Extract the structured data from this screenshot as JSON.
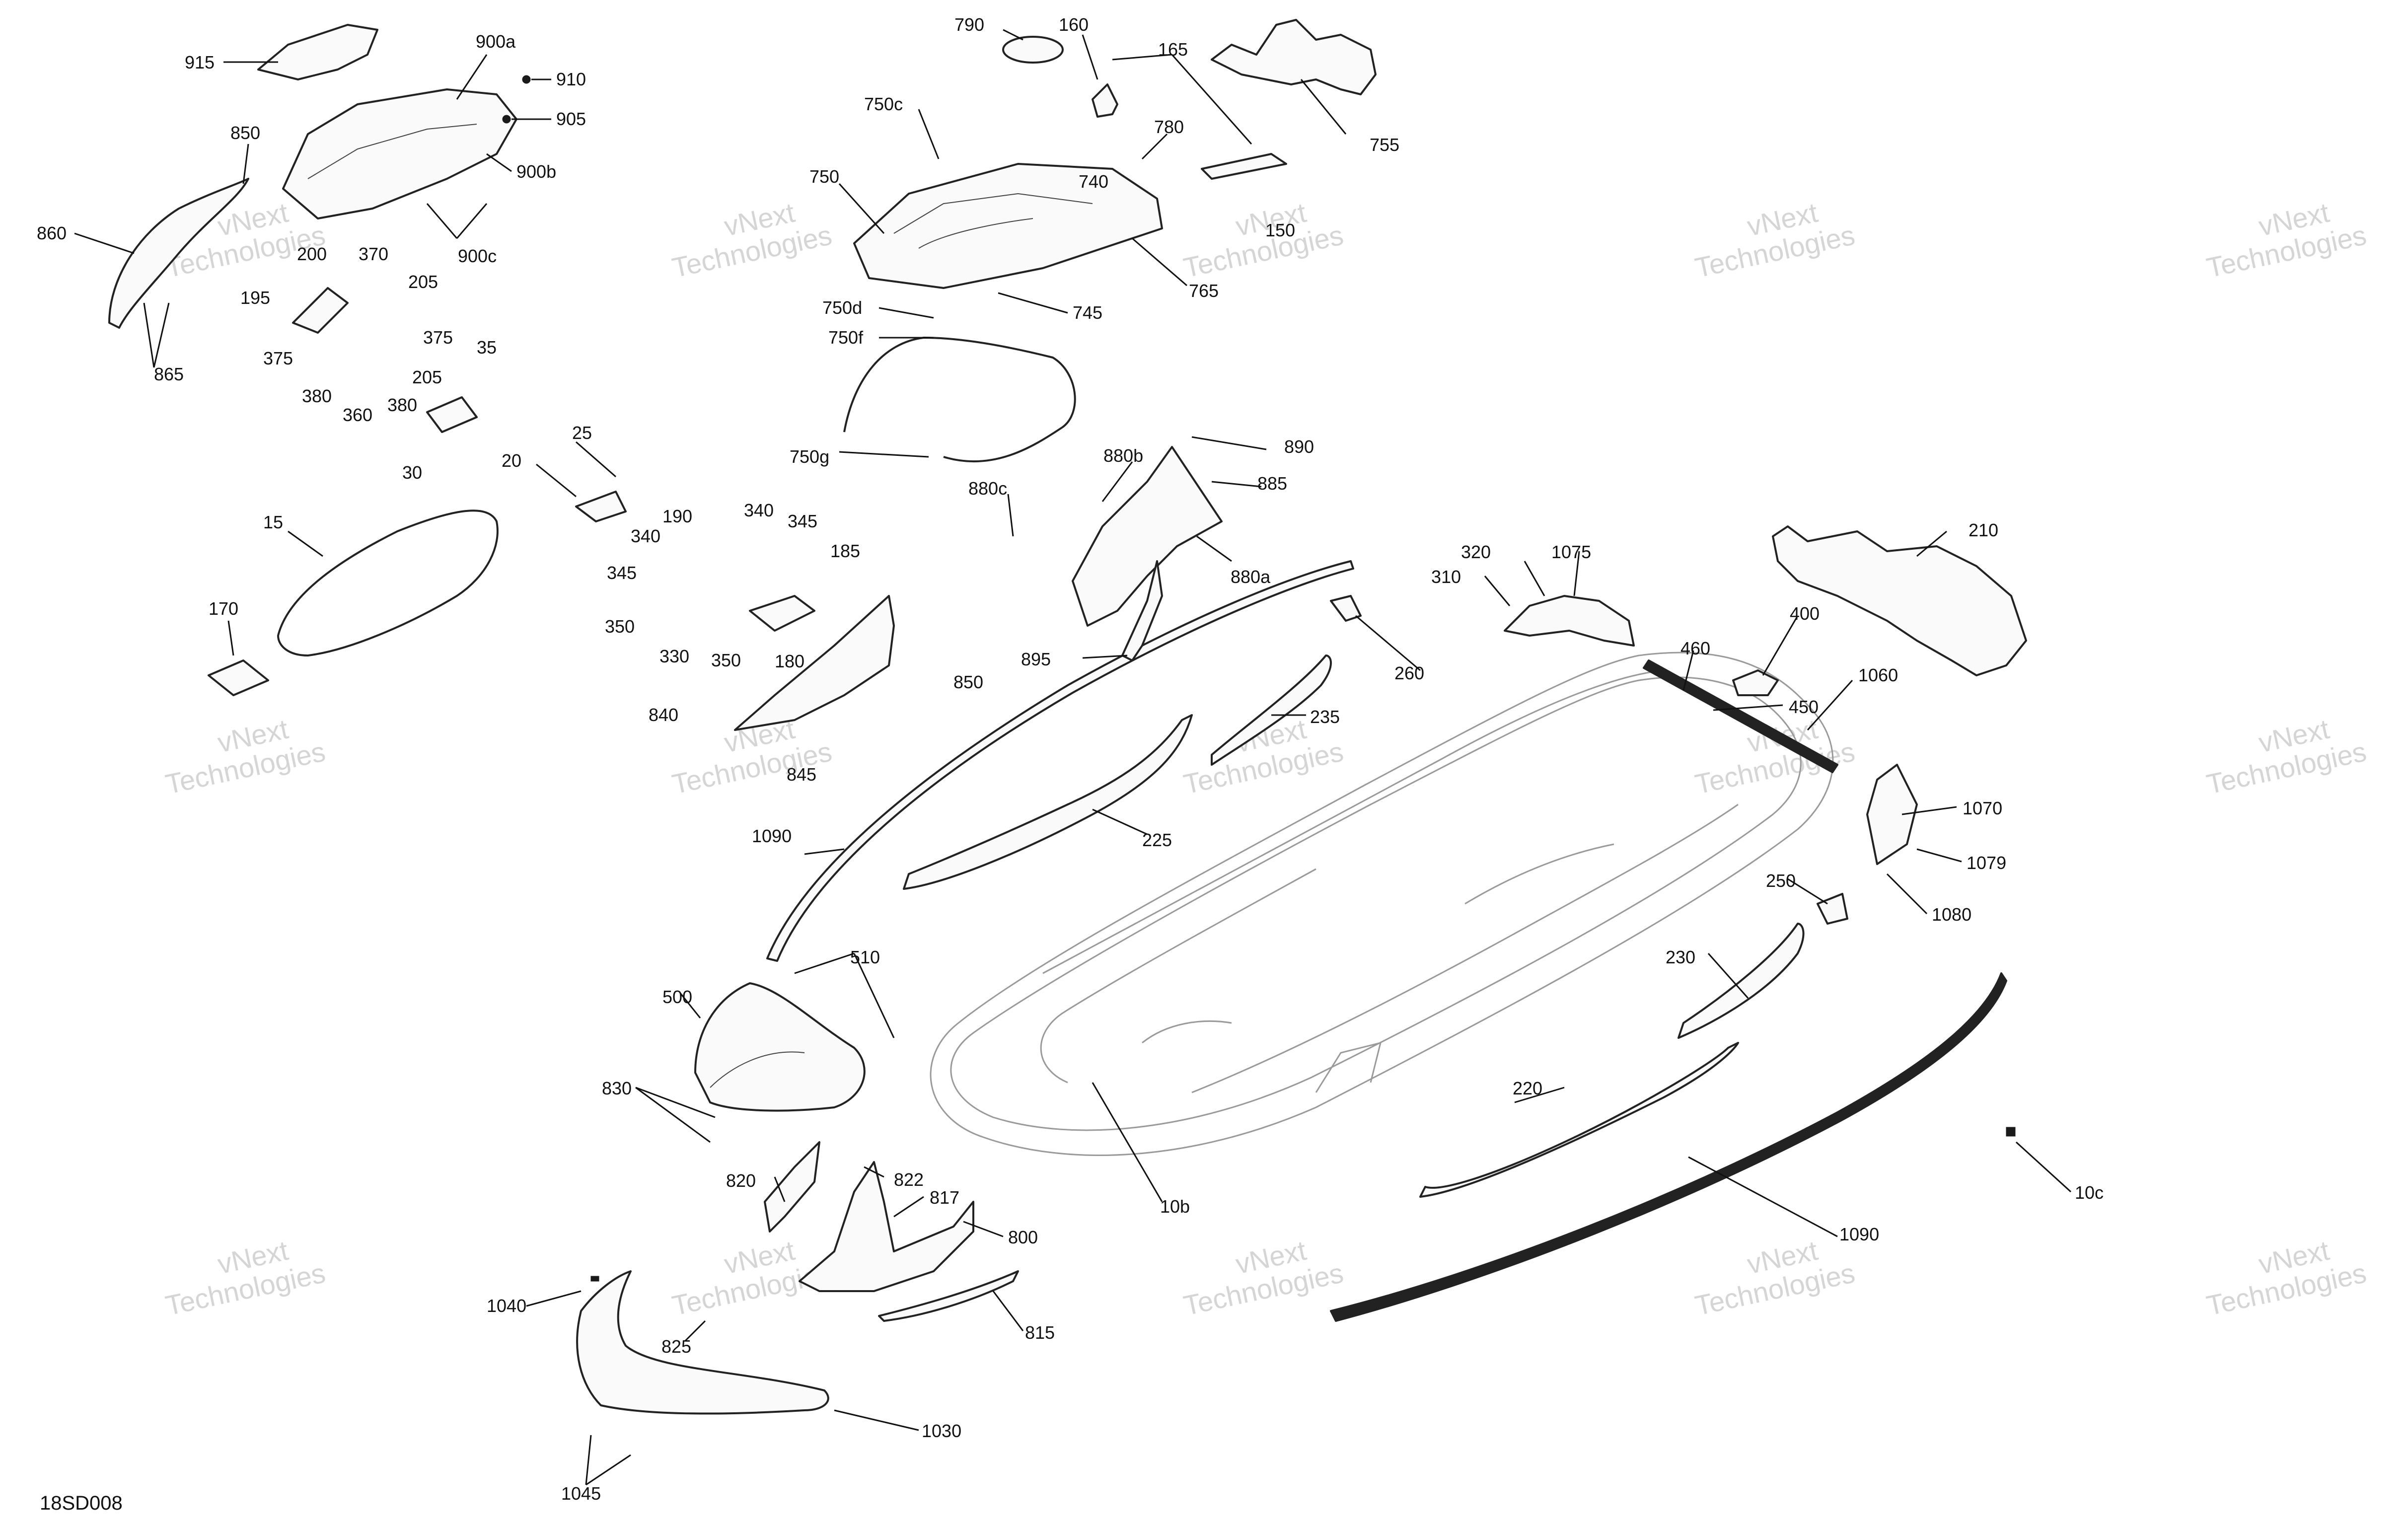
{
  "diagram": {
    "code": "18SD008",
    "watermark": {
      "line1": "vNext",
      "line2": "Technologies",
      "small": "vNext Technologies"
    },
    "callouts": [
      "915",
      "900a",
      "910",
      "905",
      "900b",
      "900c",
      "850",
      "860",
      "200",
      "370",
      "195",
      "205",
      "375",
      "375",
      "380",
      "360",
      "380",
      "205",
      "35",
      "30",
      "865",
      "790",
      "160",
      "165",
      "755",
      "750c",
      "780",
      "740",
      "750",
      "150",
      "765",
      "745",
      "750d",
      "750f",
      "750g",
      "25",
      "20",
      "15",
      "170",
      "190",
      "340",
      "345",
      "340",
      "185",
      "345",
      "350",
      "330",
      "350",
      "180",
      "850",
      "840",
      "845",
      "880b",
      "890",
      "880c",
      "885",
      "880a",
      "895",
      "260",
      "235",
      "225",
      "1090",
      "320",
      "1075",
      "310",
      "210",
      "400",
      "460",
      "450",
      "1060",
      "1070",
      "1079",
      "1080",
      "250",
      "230",
      "220",
      "510",
      "500",
      "830",
      "820",
      "822",
      "817",
      "800",
      "815",
      "10b",
      "1090",
      "10c",
      "1040",
      "825",
      "1030",
      "1045"
    ]
  }
}
